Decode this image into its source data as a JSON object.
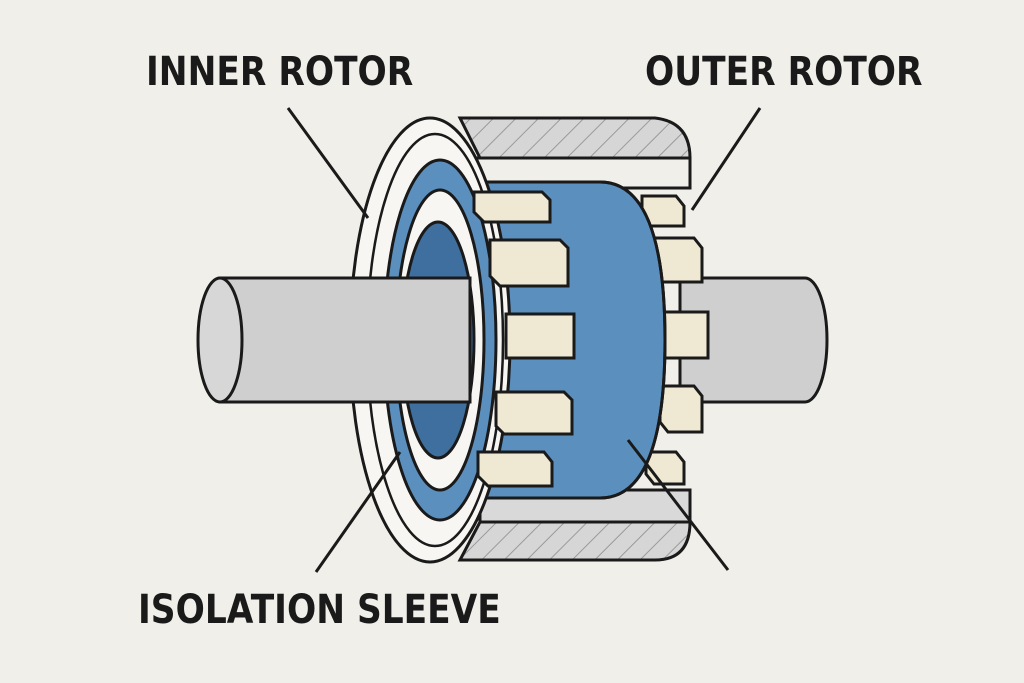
{
  "labels": {
    "inner_rotor": "INNER ROTOR",
    "outer_rotor": "OUTER ROTOR",
    "isolation_sleeve": "ISOLATION SLEEVE"
  },
  "colors": {
    "background": "#f1efea",
    "outline": "#1a1a1a",
    "shaft": "#cfcfcf",
    "blue_rotor": "#5b8fbe",
    "blue_dark": "#3f6f9e",
    "magnet": "#efe8d2",
    "housing": "#d4d4d4",
    "ring": "#f7f6f2"
  }
}
